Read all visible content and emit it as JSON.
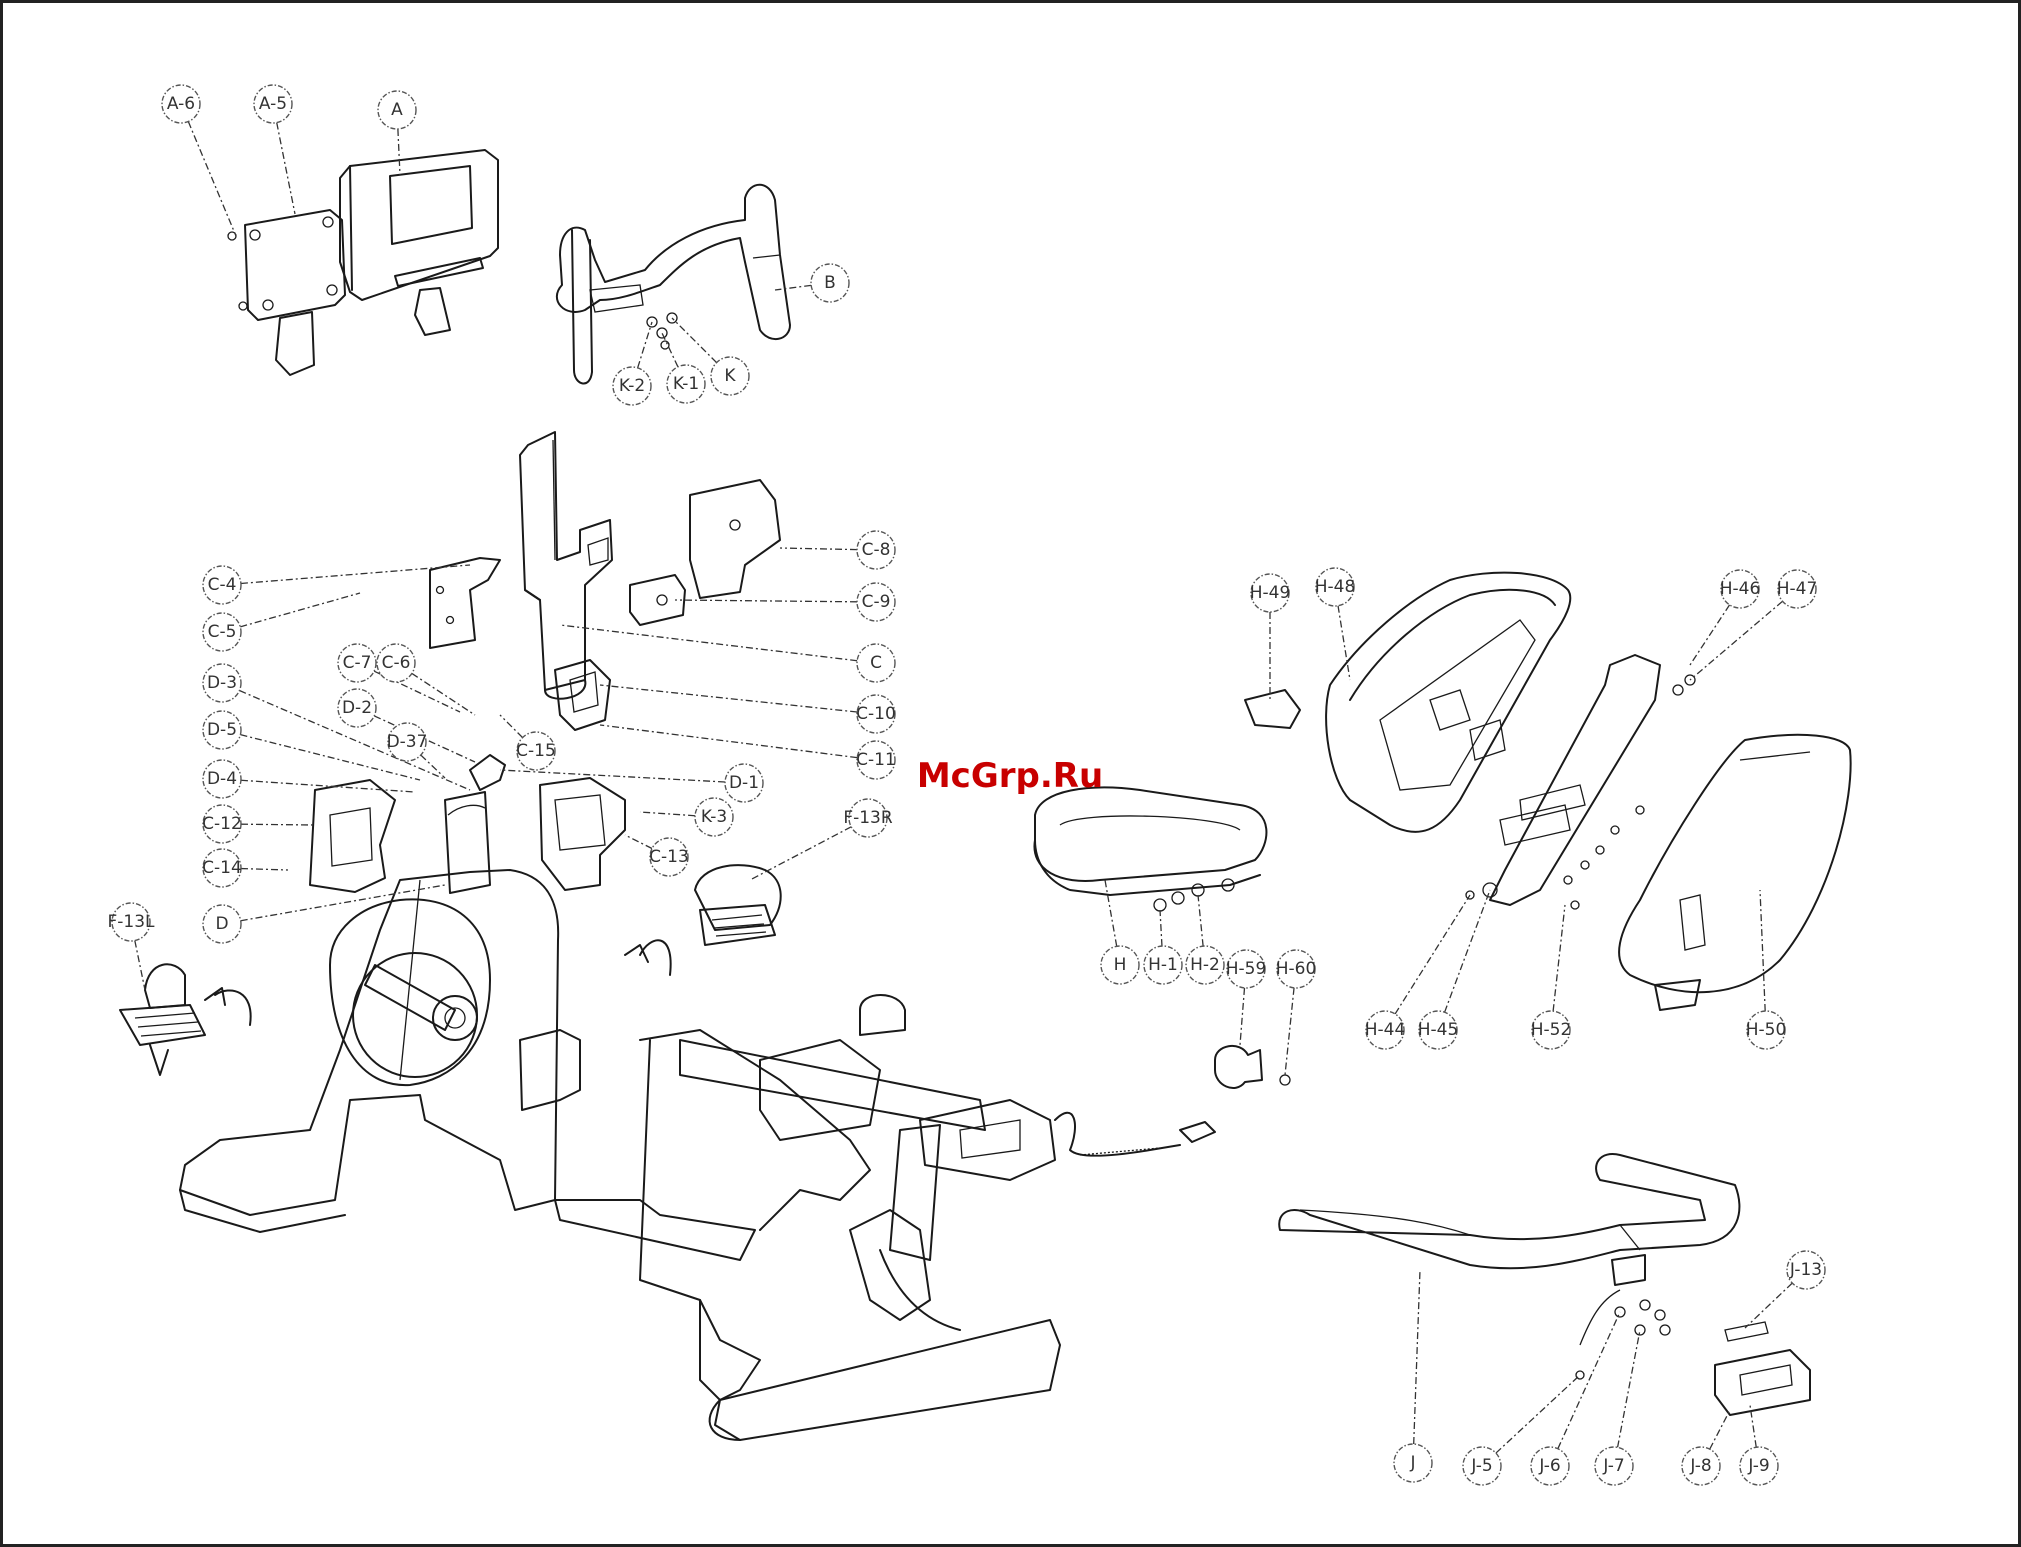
{
  "watermark": "McGrp.Ru",
  "callouts": [
    {
      "id": "A-6"
    },
    {
      "id": "A-5"
    },
    {
      "id": "A"
    },
    {
      "id": "B"
    },
    {
      "id": "K-2"
    },
    {
      "id": "K-1"
    },
    {
      "id": "K"
    },
    {
      "id": "C-4"
    },
    {
      "id": "C-5"
    },
    {
      "id": "C-8"
    },
    {
      "id": "C-9"
    },
    {
      "id": "C"
    },
    {
      "id": "C-7"
    },
    {
      "id": "C-6"
    },
    {
      "id": "C-10"
    },
    {
      "id": "C-11"
    },
    {
      "id": "C-15"
    },
    {
      "id": "D-3"
    },
    {
      "id": "D-2"
    },
    {
      "id": "D-5"
    },
    {
      "id": "D-37"
    },
    {
      "id": "D-4"
    },
    {
      "id": "D-1"
    },
    {
      "id": "C-12"
    },
    {
      "id": "K-3"
    },
    {
      "id": "F-13R"
    },
    {
      "id": "C-13"
    },
    {
      "id": "C-14"
    },
    {
      "id": "D"
    },
    {
      "id": "F-13L"
    },
    {
      "id": "H-49"
    },
    {
      "id": "H-48"
    },
    {
      "id": "H-46"
    },
    {
      "id": "H-47"
    },
    {
      "id": "H"
    },
    {
      "id": "H-1"
    },
    {
      "id": "H-2"
    },
    {
      "id": "H-59"
    },
    {
      "id": "H-60"
    },
    {
      "id": "H-44"
    },
    {
      "id": "H-45"
    },
    {
      "id": "H-52"
    },
    {
      "id": "H-50"
    },
    {
      "id": "J-13"
    },
    {
      "id": "J"
    },
    {
      "id": "J-5"
    },
    {
      "id": "J-6"
    },
    {
      "id": "J-7"
    },
    {
      "id": "J-8"
    },
    {
      "id": "J-9"
    }
  ]
}
